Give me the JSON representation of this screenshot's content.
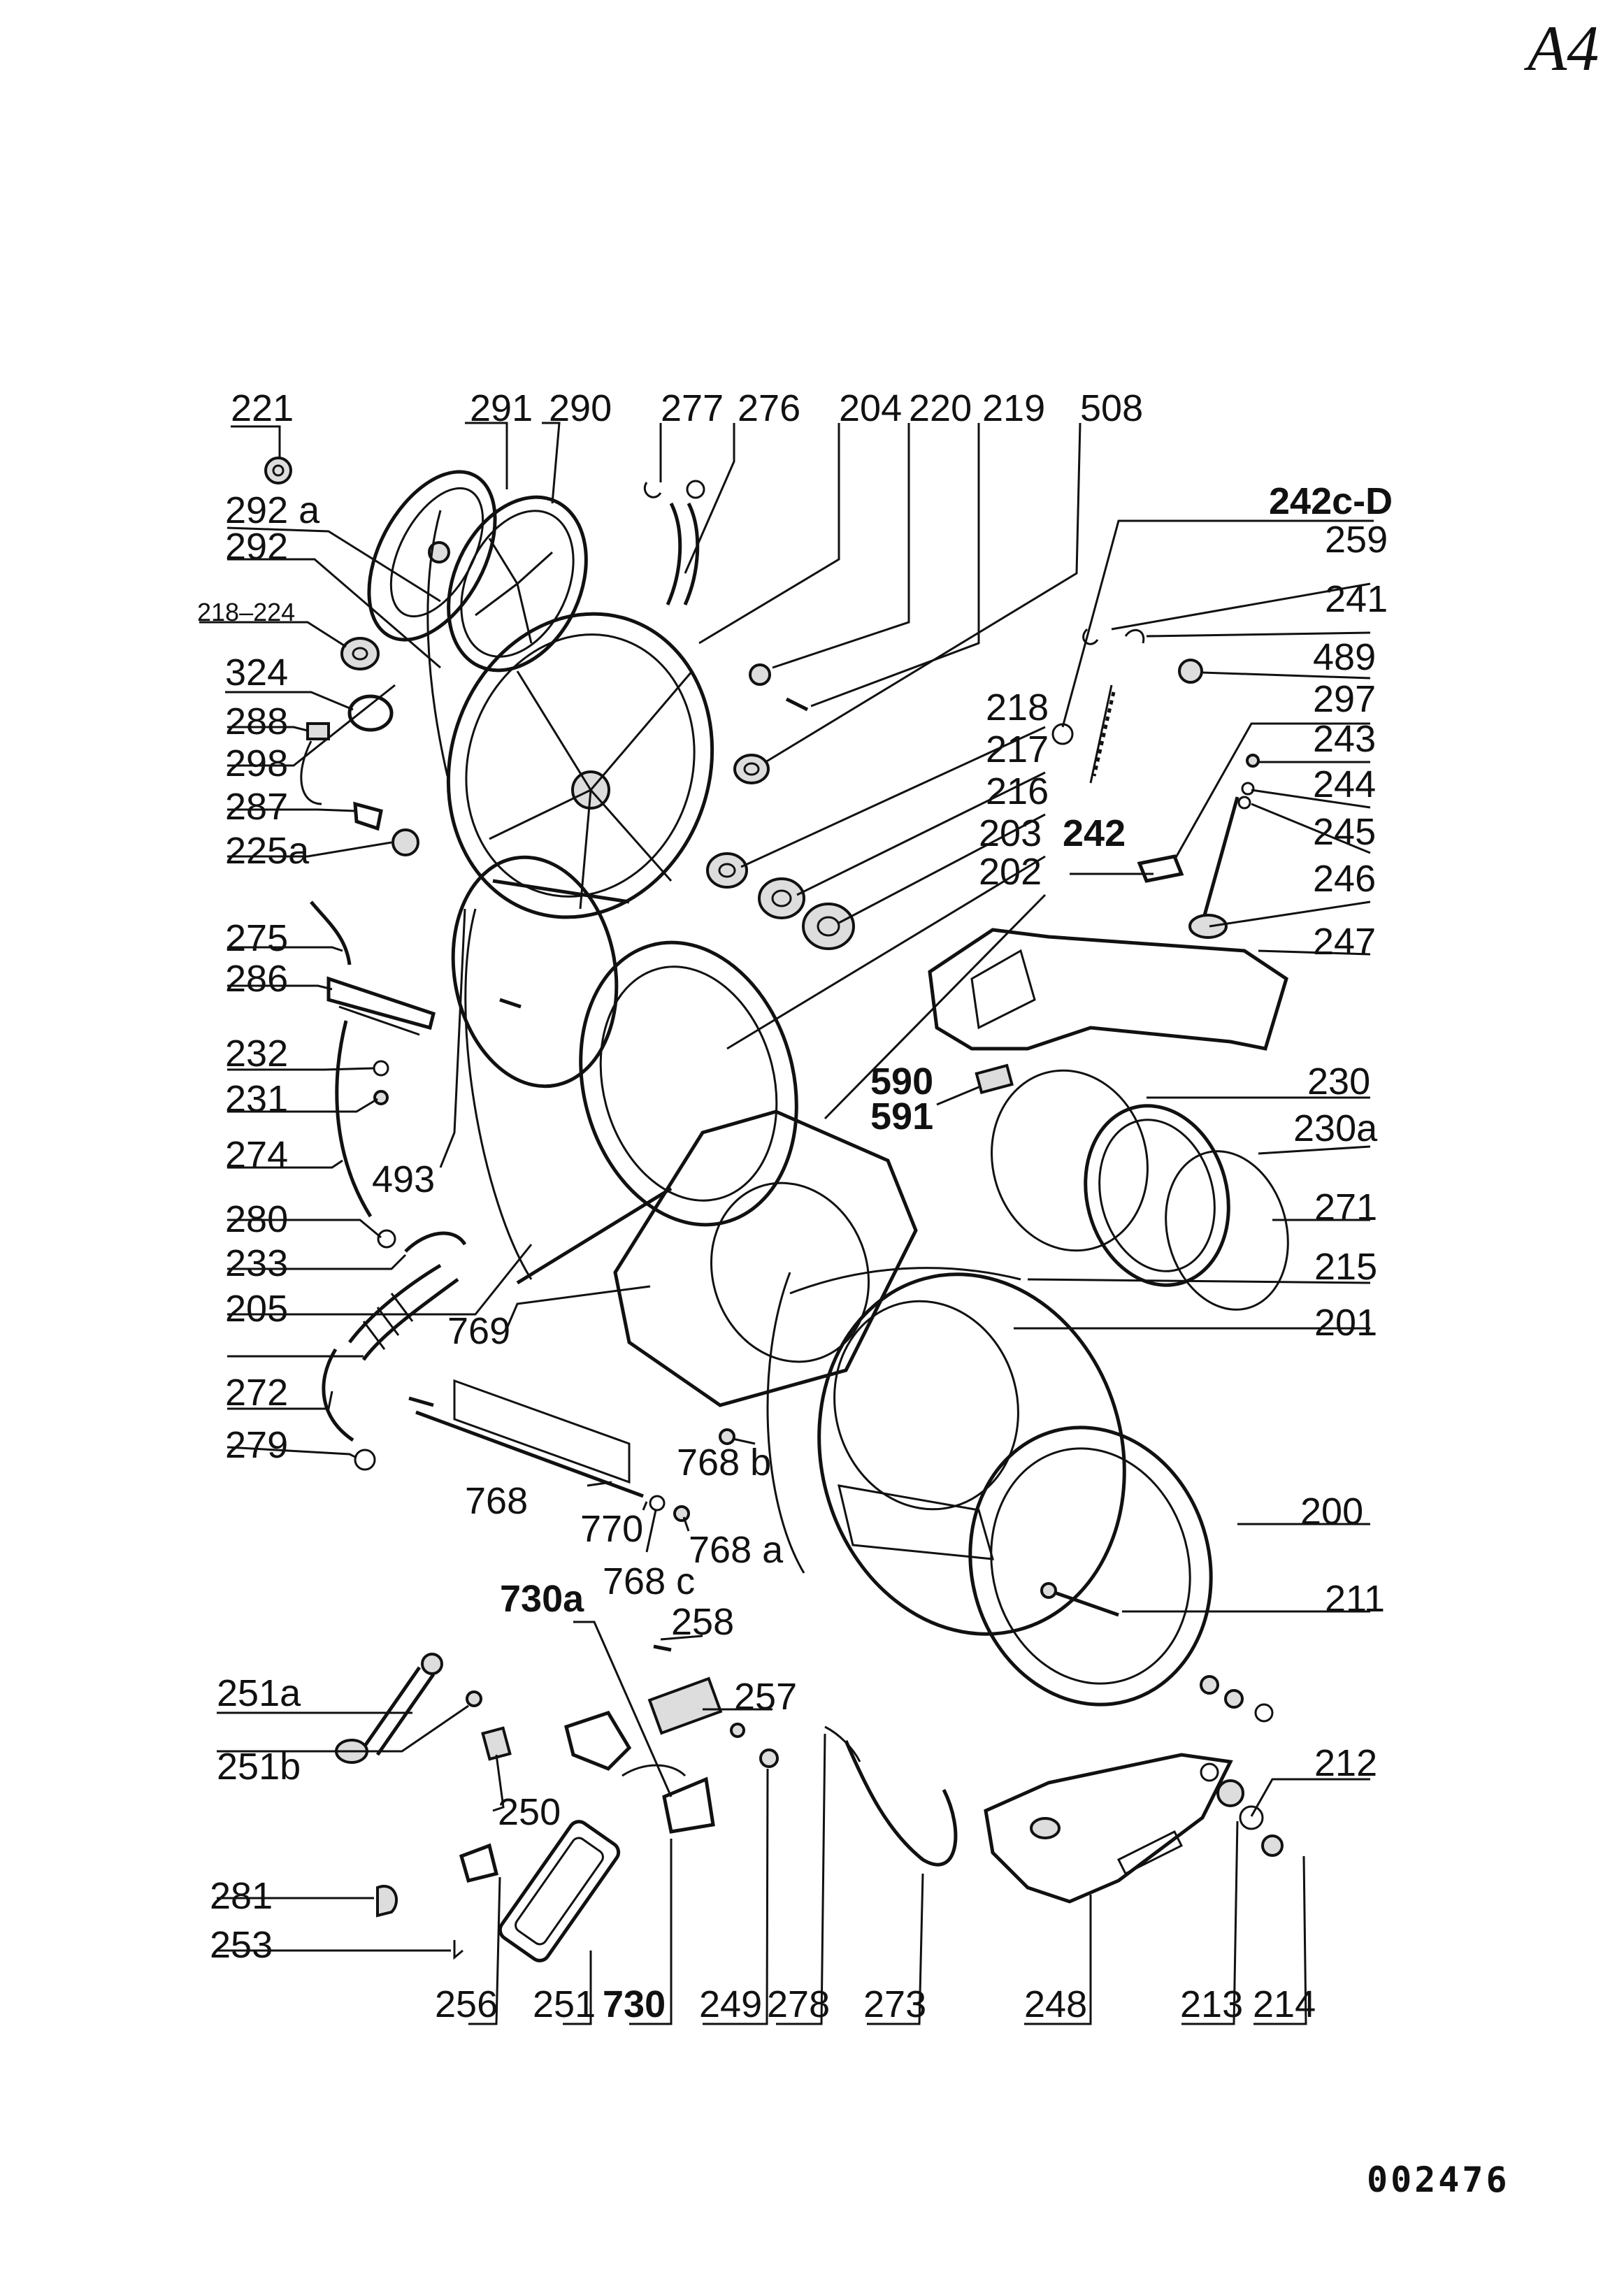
{
  "page": {
    "corner_mark": "A4",
    "document_number": "002476"
  },
  "labels": {
    "l221": "221",
    "l291": "291",
    "l290": "290",
    "l277": "277",
    "l276": "276",
    "l204": "204",
    "l220": "220",
    "l219": "219",
    "l508": "508",
    "l292a": "292 a",
    "l292": "292",
    "l218_224": "218–224",
    "l324": "324",
    "l288": "288",
    "l298": "298",
    "l287": "287",
    "l225a": "225a",
    "l275": "275",
    "l286": "286",
    "l232": "232",
    "l231": "231",
    "l274": "274",
    "l493": "493",
    "l280": "280",
    "l233": "233",
    "l205": "205",
    "l769": "769",
    "l272": "272",
    "l279": "279",
    "l768": "768",
    "l770": "770",
    "l768b": "768 b",
    "l768a": "768 a",
    "l768c": "768 c",
    "l730a": "730a",
    "l258": "258",
    "l257": "257",
    "l251a": "251a",
    "l251b": "251b",
    "l250": "250",
    "l281": "281",
    "l253": "253",
    "l256": "256",
    "l251": "251",
    "l730": "730",
    "l249": "249",
    "l278": "278",
    "l273": "273",
    "l248": "248",
    "l213": "213",
    "l214": "214",
    "l212": "212",
    "l211": "211",
    "l200": "200",
    "l201": "201",
    "l215": "215",
    "l271": "271",
    "l230a": "230a",
    "l230": "230",
    "l590": "590",
    "l591": "591",
    "l247": "247",
    "l246": "246",
    "l245": "245",
    "l244": "244",
    "l243": "243",
    "l297": "297",
    "l489": "489",
    "l241": "241",
    "l259": "259",
    "l242cd": "242c-D",
    "l218": "218",
    "l217": "217",
    "l216": "216",
    "l203": "203",
    "l202": "202",
    "l242": "242"
  }
}
